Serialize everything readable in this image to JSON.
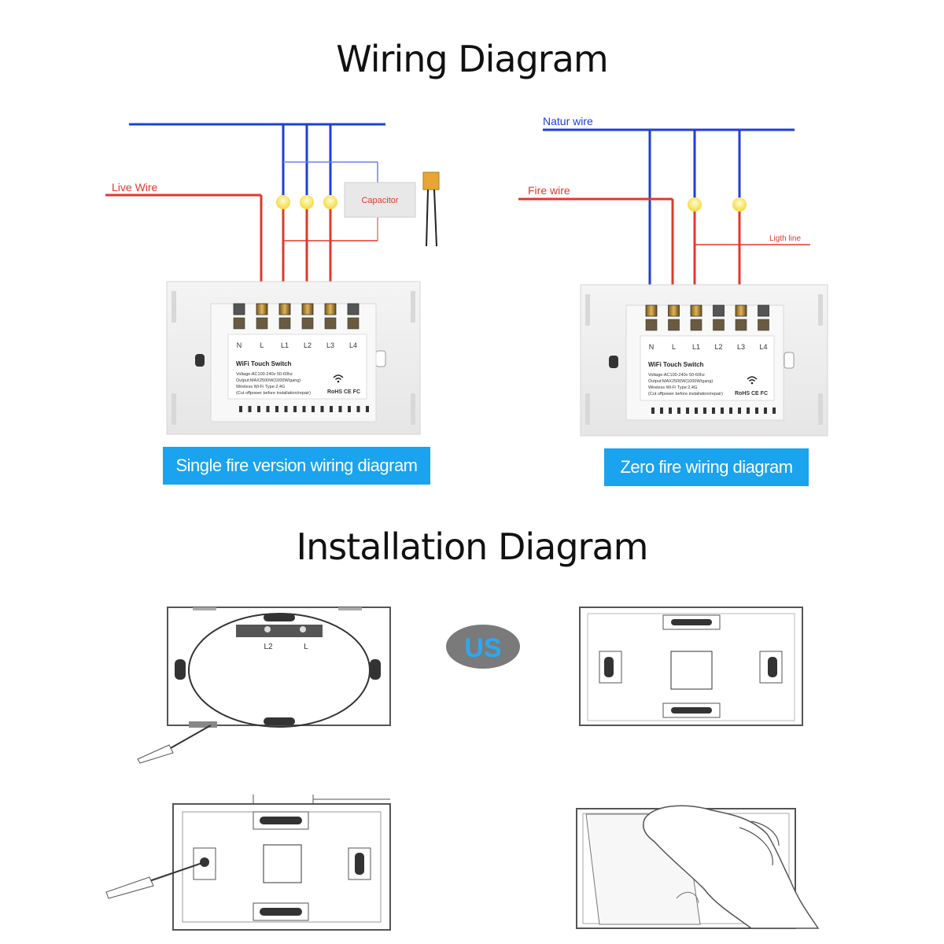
{
  "wiring": {
    "title": "Wiring Diagram",
    "left": {
      "live_label": "Live Wire",
      "capacitor_label": "Capacitor",
      "banner": "Single fire version wiring diagram"
    },
    "right": {
      "neutral_label": "Natur wire",
      "fire_label": "Fire wire",
      "light_label": "Ligth line",
      "banner": "Zero fire wiring diagram"
    },
    "terminals": [
      "N",
      "L",
      "L1",
      "L2",
      "L3",
      "L4"
    ],
    "label_card": {
      "title": "WiFi Touch Switch",
      "line1": "Voltage:AC100-240v 50-60hz",
      "line2": "Output:MAX2500W(1000W/gang)",
      "line3": "Wireless Wi-Fi Type:2.4G",
      "line4": "(Cut offpower before installation/repair)",
      "marks": "RoHS CE FC"
    },
    "colors": {
      "neutral": "#1f3fd6",
      "live": "#e0392a",
      "bulb": "#f4e14a",
      "banner": "#1aa3ee"
    }
  },
  "installation": {
    "title": "Installation Diagram",
    "badge": "US",
    "step1_terminals": [
      "L2",
      "L"
    ]
  }
}
